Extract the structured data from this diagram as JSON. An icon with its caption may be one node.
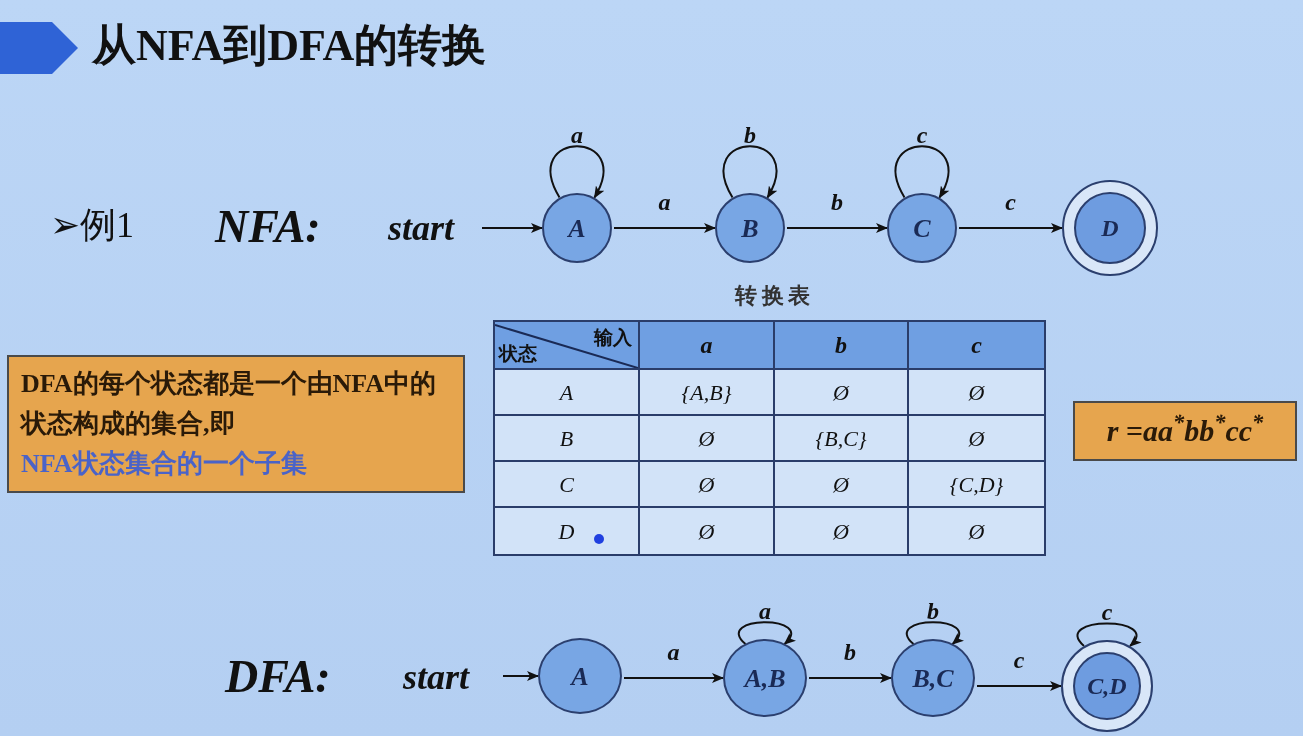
{
  "diagram": {
    "title": "从NFA到DFA的转换",
    "nodes": [
      {
        "text": [
          "start"
        ]
      },
      {
        "text": [
          "A"
        ]
      },
      {
        "text": [
          "B"
        ]
      },
      {
        "text": [
          "C"
        ]
      },
      {
        "text": [
          "D"
        ]
      },
      {
        "text": [
          "start"
        ]
      },
      {
        "text": [
          "A"
        ]
      },
      {
        "text": [
          "A,B"
        ]
      },
      {
        "text": [
          "B,C"
        ]
      },
      {
        "text": [
          "C,D"
        ]
      },
      {
        "text": [
          "DFA的每个状态都是一个由NFA中的状态构成的集合,即",
          "NFA状态集合的一个子集"
        ]
      },
      {
        "text": [
          "r =aa$^{*}$bb$^{*}$cc$^{*}$"
        ]
      },
      {
        "text": [],
        "shape": "arrow"
      }
    ],
    "edges": [
      {
        "from": 0,
        "to": 1,
        "arrow": "to"
      },
      {
        "from": 1,
        "to": 1,
        "arrow": "to",
        "label": "a"
      },
      {
        "from": 1,
        "to": 2,
        "arrow": "to",
        "label": "a"
      },
      {
        "from": 2,
        "to": 2,
        "arrow": "to",
        "label": "b"
      },
      {
        "from": 2,
        "to": 3,
        "arrow": "to",
        "label": "b"
      },
      {
        "from": 3,
        "to": 3,
        "arrow": "to",
        "label": "c"
      },
      {
        "from": 3,
        "to": 4,
        "arrow": "to",
        "label": "c"
      },
      {
        "from": 5,
        "to": 6,
        "arrow": "to"
      },
      {
        "from": 6,
        "to": 7,
        "arrow": "to",
        "label": "a"
      },
      {
        "from": 7,
        "to": 7,
        "arrow": "to",
        "label": "a"
      },
      {
        "from": 7,
        "to": 8,
        "arrow": "to",
        "label": "b"
      },
      {
        "from": 8,
        "to": 8,
        "arrow": "to",
        "label": "b"
      },
      {
        "from": 8,
        "to": 9,
        "arrow": "to",
        "label": "c"
      },
      {
        "from": 9,
        "to": 9,
        "arrow": "to",
        "label": "c"
      }
    ],
    "labels": [
      "➢例1",
      "NFA:",
      "DFA:",
      "转换表",
      "输入",
      "状态",
      "a",
      "b",
      "c",
      "A",
      "{A,B}",
      "Ø",
      "Ø",
      "B",
      "Ø",
      "{B,C}",
      "Ø",
      "C",
      "Ø",
      "Ø",
      "{C,D}",
      "D",
      "Ø",
      "Ø",
      "Ø"
    ]
  }
}
